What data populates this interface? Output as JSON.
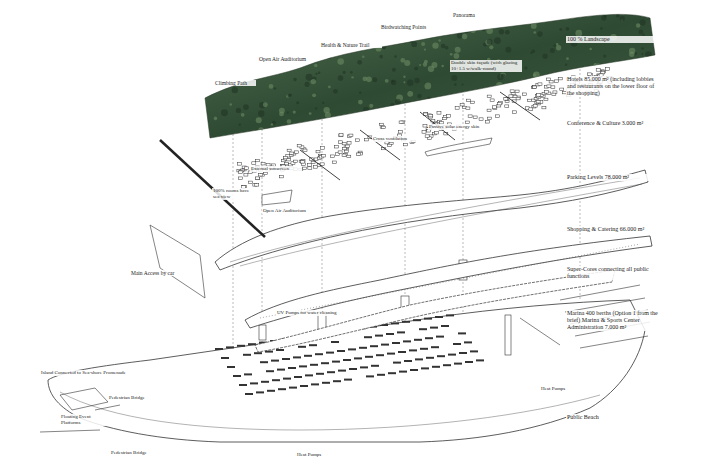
{
  "diagram": {
    "labels": [
      "Panorama",
      "Birdwatching Points",
      "Health & Nature Trail",
      "Open Air Auditorium",
      "Climbing Path",
      "100 % Landscape",
      "Hotels 85.000 m² (including lobbies and restaurants on the lower floor of the shopping)",
      "Double skin façade (with glazing 10+1.5 w/walk-round)",
      "Passive solar energy skin",
      "Cross ventilation",
      "External sunscreen",
      "100% rooms have sea view",
      "Conference & Culture 3.000 m²",
      "Parking Levels 78.000 m²",
      "Open Air Auditorium",
      "Main Access by car",
      "Shopping & Catering 66.000 m²",
      "Super-Cores connecting all public functions",
      "UV Pumps for water cleaning",
      "Marina 400 berths (Option 1 from the brief) Marina & Sports Center Administration 7.000 m²",
      "Heat Pumps",
      "Public Beach",
      "Island Connected to Sea-shore Promenade",
      "Pedestrian Bridge",
      "Floating Event Platforms",
      "Pedestrian Bridge",
      "Heat Pumps"
    ]
  }
}
